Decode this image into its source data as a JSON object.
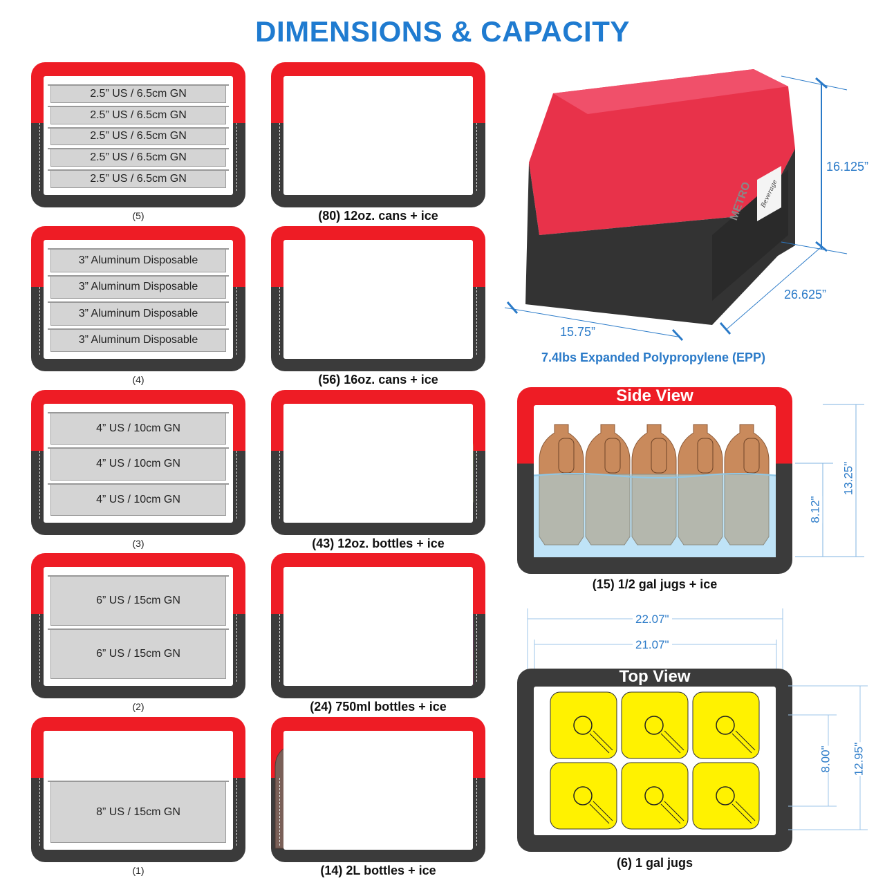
{
  "title": "DIMENSIONS & CAPACITY",
  "pan_configs": [
    {
      "count_label": "(5)",
      "pans": [
        "2.5” US / 6.5cm GN",
        "2.5” US / 6.5cm GN",
        "2.5” US / 6.5cm GN",
        "2.5” US / 6.5cm GN",
        "2.5” US / 6.5cm GN"
      ]
    },
    {
      "count_label": "(4)",
      "pans": [
        "3” Aluminum Disposable",
        "3” Aluminum Disposable",
        "3” Aluminum Disposable",
        "3” Aluminum Disposable"
      ]
    },
    {
      "count_label": "(3)",
      "pans": [
        "4” US / 10cm GN",
        "4” US / 10cm GN",
        "4” US / 10cm GN"
      ]
    },
    {
      "count_label": "(2)",
      "pans": [
        "6” US / 15cm GN",
        "6” US / 15cm GN"
      ]
    },
    {
      "count_label": "(1)",
      "pans": [
        "8” US / 15cm GN"
      ]
    }
  ],
  "beverage_configs": [
    {
      "label": "(80) 12oz. cans + ice",
      "kind": "cans12"
    },
    {
      "label": "(56) 16oz. cans + ice",
      "kind": "cans16"
    },
    {
      "label": "(43) 12oz. bottles + ice",
      "kind": "bottles12"
    },
    {
      "label": "(24) 750ml bottles + ice",
      "kind": "bottles750"
    },
    {
      "label": "(14) 2L bottles + ice",
      "kind": "bottles2l"
    }
  ],
  "product": {
    "height": "16.125”",
    "depth": "26.625”",
    "width": "15.75”",
    "material": "7.4lbs Expanded Polypropylene (EPP)",
    "brand_logo": "METRO",
    "label_card": "Beverage"
  },
  "side_view": {
    "title": "Side View",
    "caption": "(15) 1/2 gal jugs + ice",
    "inner_height": "8.12\"",
    "outer_height": "13.25\""
  },
  "top_view": {
    "title": "Top View",
    "caption": "(6) 1 gal jugs",
    "outer_width": "22.07\"",
    "inner_width": "21.07\"",
    "inner_depth": "8.00\"",
    "outer_depth": "12.95\""
  },
  "colors": {
    "accent_blue": "#1f7bd0",
    "red": "#ee1c25",
    "dark": "#3b3b3b"
  }
}
